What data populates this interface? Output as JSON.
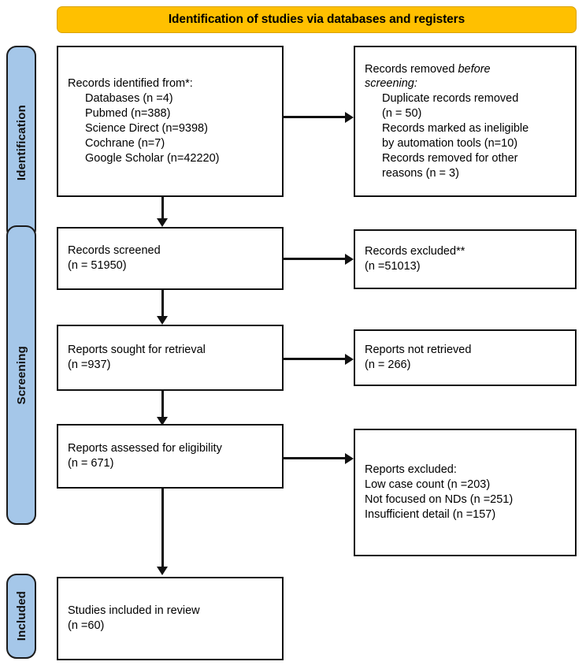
{
  "diagram": {
    "type": "prisma-flow-diagram",
    "title": "Identification of studies via databases and registers",
    "accent_amber": "#FFC000",
    "accent_blue": "#A5C7E9",
    "line_color": "#111111"
  },
  "stages": [
    {
      "id": "identification",
      "label": "Identification"
    },
    {
      "id": "screening",
      "label": "Screening"
    },
    {
      "id": "included",
      "label": "Included"
    }
  ],
  "boxes": {
    "records_identified": {
      "lines": [
        {
          "text": "Records identified from*:",
          "indent": false
        },
        {
          "text": "Databases (n =4)",
          "indent": true
        },
        {
          "text": "Pubmed (n=388)",
          "indent": true
        },
        {
          "text": "Science Direct (n=9398)",
          "indent": true
        },
        {
          "text": "Cochrane (n=7)",
          "indent": true
        },
        {
          "text": "Google Scholar (n=42220)",
          "indent": true
        }
      ]
    },
    "records_removed": {
      "lines": [
        {
          "text": "Records removed ",
          "italic_tail": "before",
          "indent": false
        },
        {
          "text": "",
          "italic_lead": "screening",
          "tail": ":",
          "indent": false
        },
        {
          "text": "Duplicate records removed",
          "indent": true
        },
        {
          "text": "(n = 50)",
          "indent": true
        },
        {
          "text": "Records marked as ineligible",
          "indent": true
        },
        {
          "text": "by automation tools (n=10)",
          "indent": true
        },
        {
          "text": "Records removed for other",
          "indent": true
        },
        {
          "text": "reasons (n = 3)",
          "indent": true
        }
      ]
    },
    "records_screened": {
      "lines": [
        {
          "text": "Records screened",
          "indent": false
        },
        {
          "text": "(n = 51950)",
          "indent": false
        }
      ]
    },
    "records_excluded": {
      "lines": [
        {
          "text": "Records excluded**",
          "indent": false
        },
        {
          "text": "(n =51013)",
          "indent": false
        }
      ]
    },
    "reports_sought": {
      "lines": [
        {
          "text": "Reports sought for retrieval",
          "indent": false
        },
        {
          "text": "(n =937)",
          "indent": false
        }
      ]
    },
    "reports_not_retrieved": {
      "lines": [
        {
          "text": "Reports not retrieved",
          "indent": false
        },
        {
          "text": "(n = 266)",
          "indent": false
        }
      ]
    },
    "reports_assessed": {
      "lines": [
        {
          "text": "Reports assessed for eligibility",
          "indent": false
        },
        {
          "text": "(n = 671)",
          "indent": false
        }
      ]
    },
    "reports_excluded": {
      "lines": [
        {
          "text": "Reports excluded:",
          "indent": false
        },
        {
          "text": "Low case count (n =203)",
          "indent": false
        },
        {
          "text": "Not focused on NDs (n =251)",
          "indent": false
        },
        {
          "text": "Insufficient detail (n =157)",
          "indent": false
        }
      ]
    },
    "studies_included": {
      "lines": [
        {
          "text": "Studies included in review",
          "indent": false
        },
        {
          "text": "(n =60)",
          "indent": false
        }
      ]
    }
  },
  "counts": {
    "databases": 4,
    "pubmed": 388,
    "science_direct": 9398,
    "cochrane": 7,
    "google_scholar": 42220,
    "duplicate_records_removed": 50,
    "marked_ineligible_automation": 10,
    "removed_other_reasons": 3,
    "records_screened": 51950,
    "records_excluded": 51013,
    "reports_sought": 937,
    "reports_not_retrieved": 266,
    "reports_assessed": 671,
    "excluded_low_case_count": 203,
    "excluded_not_focused_nds": 251,
    "excluded_insufficient_detail": 157,
    "studies_included": 60
  }
}
